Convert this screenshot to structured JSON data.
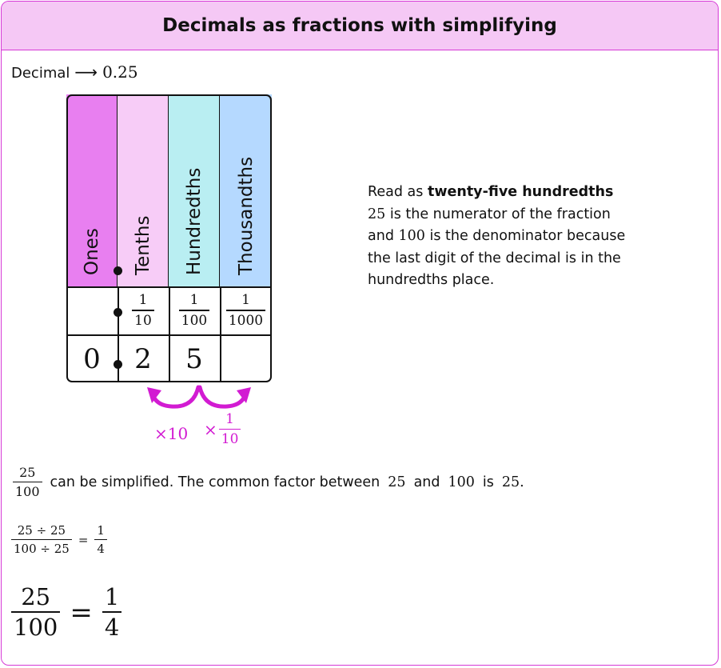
{
  "header": {
    "title": "Decimals as fractions with simplifying"
  },
  "decimal": {
    "label": "Decimal",
    "arrow": "⟶",
    "value": "0.25"
  },
  "table": {
    "columns": [
      {
        "label": "Ones",
        "color": "#e87ff0"
      },
      {
        "label": "Tenths",
        "color": "#f7ccf7"
      },
      {
        "label": "Hundredths",
        "color": "#b9eef2"
      },
      {
        "label": "Thousandths",
        "color": "#b5d9ff"
      }
    ],
    "fraction_row": [
      {
        "num": "",
        "den": ""
      },
      {
        "num": "1",
        "den": "10"
      },
      {
        "num": "1",
        "den": "100"
      },
      {
        "num": "1",
        "den": "1000"
      }
    ],
    "digit_row": [
      "0",
      "2",
      "5",
      ""
    ]
  },
  "multipliers": {
    "left": "×10",
    "right_symbol": "×",
    "right_num": "1",
    "right_den": "10",
    "color": "#d21bd2"
  },
  "explanation": {
    "lead": "Read as ",
    "bold": "twenty-five hundredths",
    "numerator": "25",
    "line2_rest": " is the numerator of the fraction",
    "line3_start": "and ",
    "denominator": "100",
    "line3_rest": " is the denominator because",
    "line4": "the last digit of the decimal is in the",
    "line5": "hundredths place."
  },
  "simplify": {
    "frac_num": "25",
    "frac_den": "100",
    "text1": "can be simplified. The common factor between",
    "a": "25",
    "and": "and",
    "b": "100",
    "is": "is",
    "factor": "25.",
    "step_num": "25 ÷ 25",
    "step_den": "100 ÷ 25",
    "equals": "=",
    "step_res_num": "1",
    "step_res_den": "4",
    "final_num": "25",
    "final_den": "100",
    "final_res_num": "1",
    "final_res_den": "4"
  }
}
